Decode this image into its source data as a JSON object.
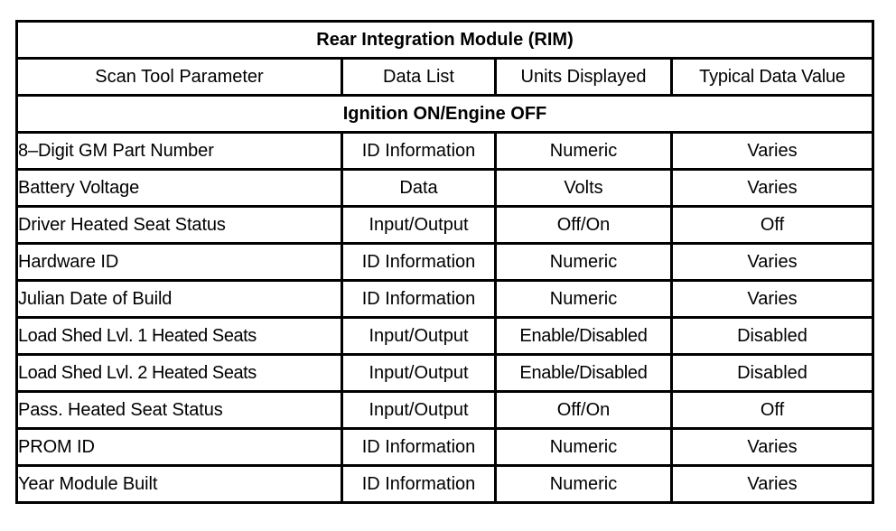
{
  "table": {
    "title": "Rear Integration Module (RIM)",
    "columns": [
      {
        "key": "parameter",
        "label": "Scan Tool Parameter"
      },
      {
        "key": "data_list",
        "label": "Data List"
      },
      {
        "key": "units",
        "label": "Units Displayed"
      },
      {
        "key": "typical",
        "label": "Typical Data Value"
      }
    ],
    "section": "Ignition ON/Engine OFF",
    "rows": [
      {
        "parameter": "8–Digit GM Part Number",
        "data_list": "ID Information",
        "units": "Numeric",
        "typical": "Varies"
      },
      {
        "parameter": "Battery Voltage",
        "data_list": "Data",
        "units": "Volts",
        "typical": "Varies"
      },
      {
        "parameter": "Driver Heated Seat Status",
        "data_list": "Input/Output",
        "units": "Off/On",
        "typical": "Off"
      },
      {
        "parameter": "Hardware ID",
        "data_list": "ID Information",
        "units": "Numeric",
        "typical": "Varies"
      },
      {
        "parameter": "Julian Date of Build",
        "data_list": "ID Information",
        "units": "Numeric",
        "typical": "Varies"
      },
      {
        "parameter": "Load Shed Lvl. 1 Heated Seats",
        "data_list": "Input/Output",
        "units": "Enable/Disabled",
        "typical": "Disabled"
      },
      {
        "parameter": "Load Shed Lvl. 2 Heated Seats",
        "data_list": "Input/Output",
        "units": "Enable/Disabled",
        "typical": "Disabled"
      },
      {
        "parameter": "Pass. Heated Seat Status",
        "data_list": "Input/Output",
        "units": "Off/On",
        "typical": "Off"
      },
      {
        "parameter": "PROM ID",
        "data_list": "ID Information",
        "units": "Numeric",
        "typical": "Varies"
      },
      {
        "parameter": "Year Module Built",
        "data_list": "ID Information",
        "units": "Numeric",
        "typical": "Varies"
      }
    ]
  },
  "style": {
    "border_color": "#000000",
    "text_color": "#000000",
    "background": "#ffffff"
  }
}
